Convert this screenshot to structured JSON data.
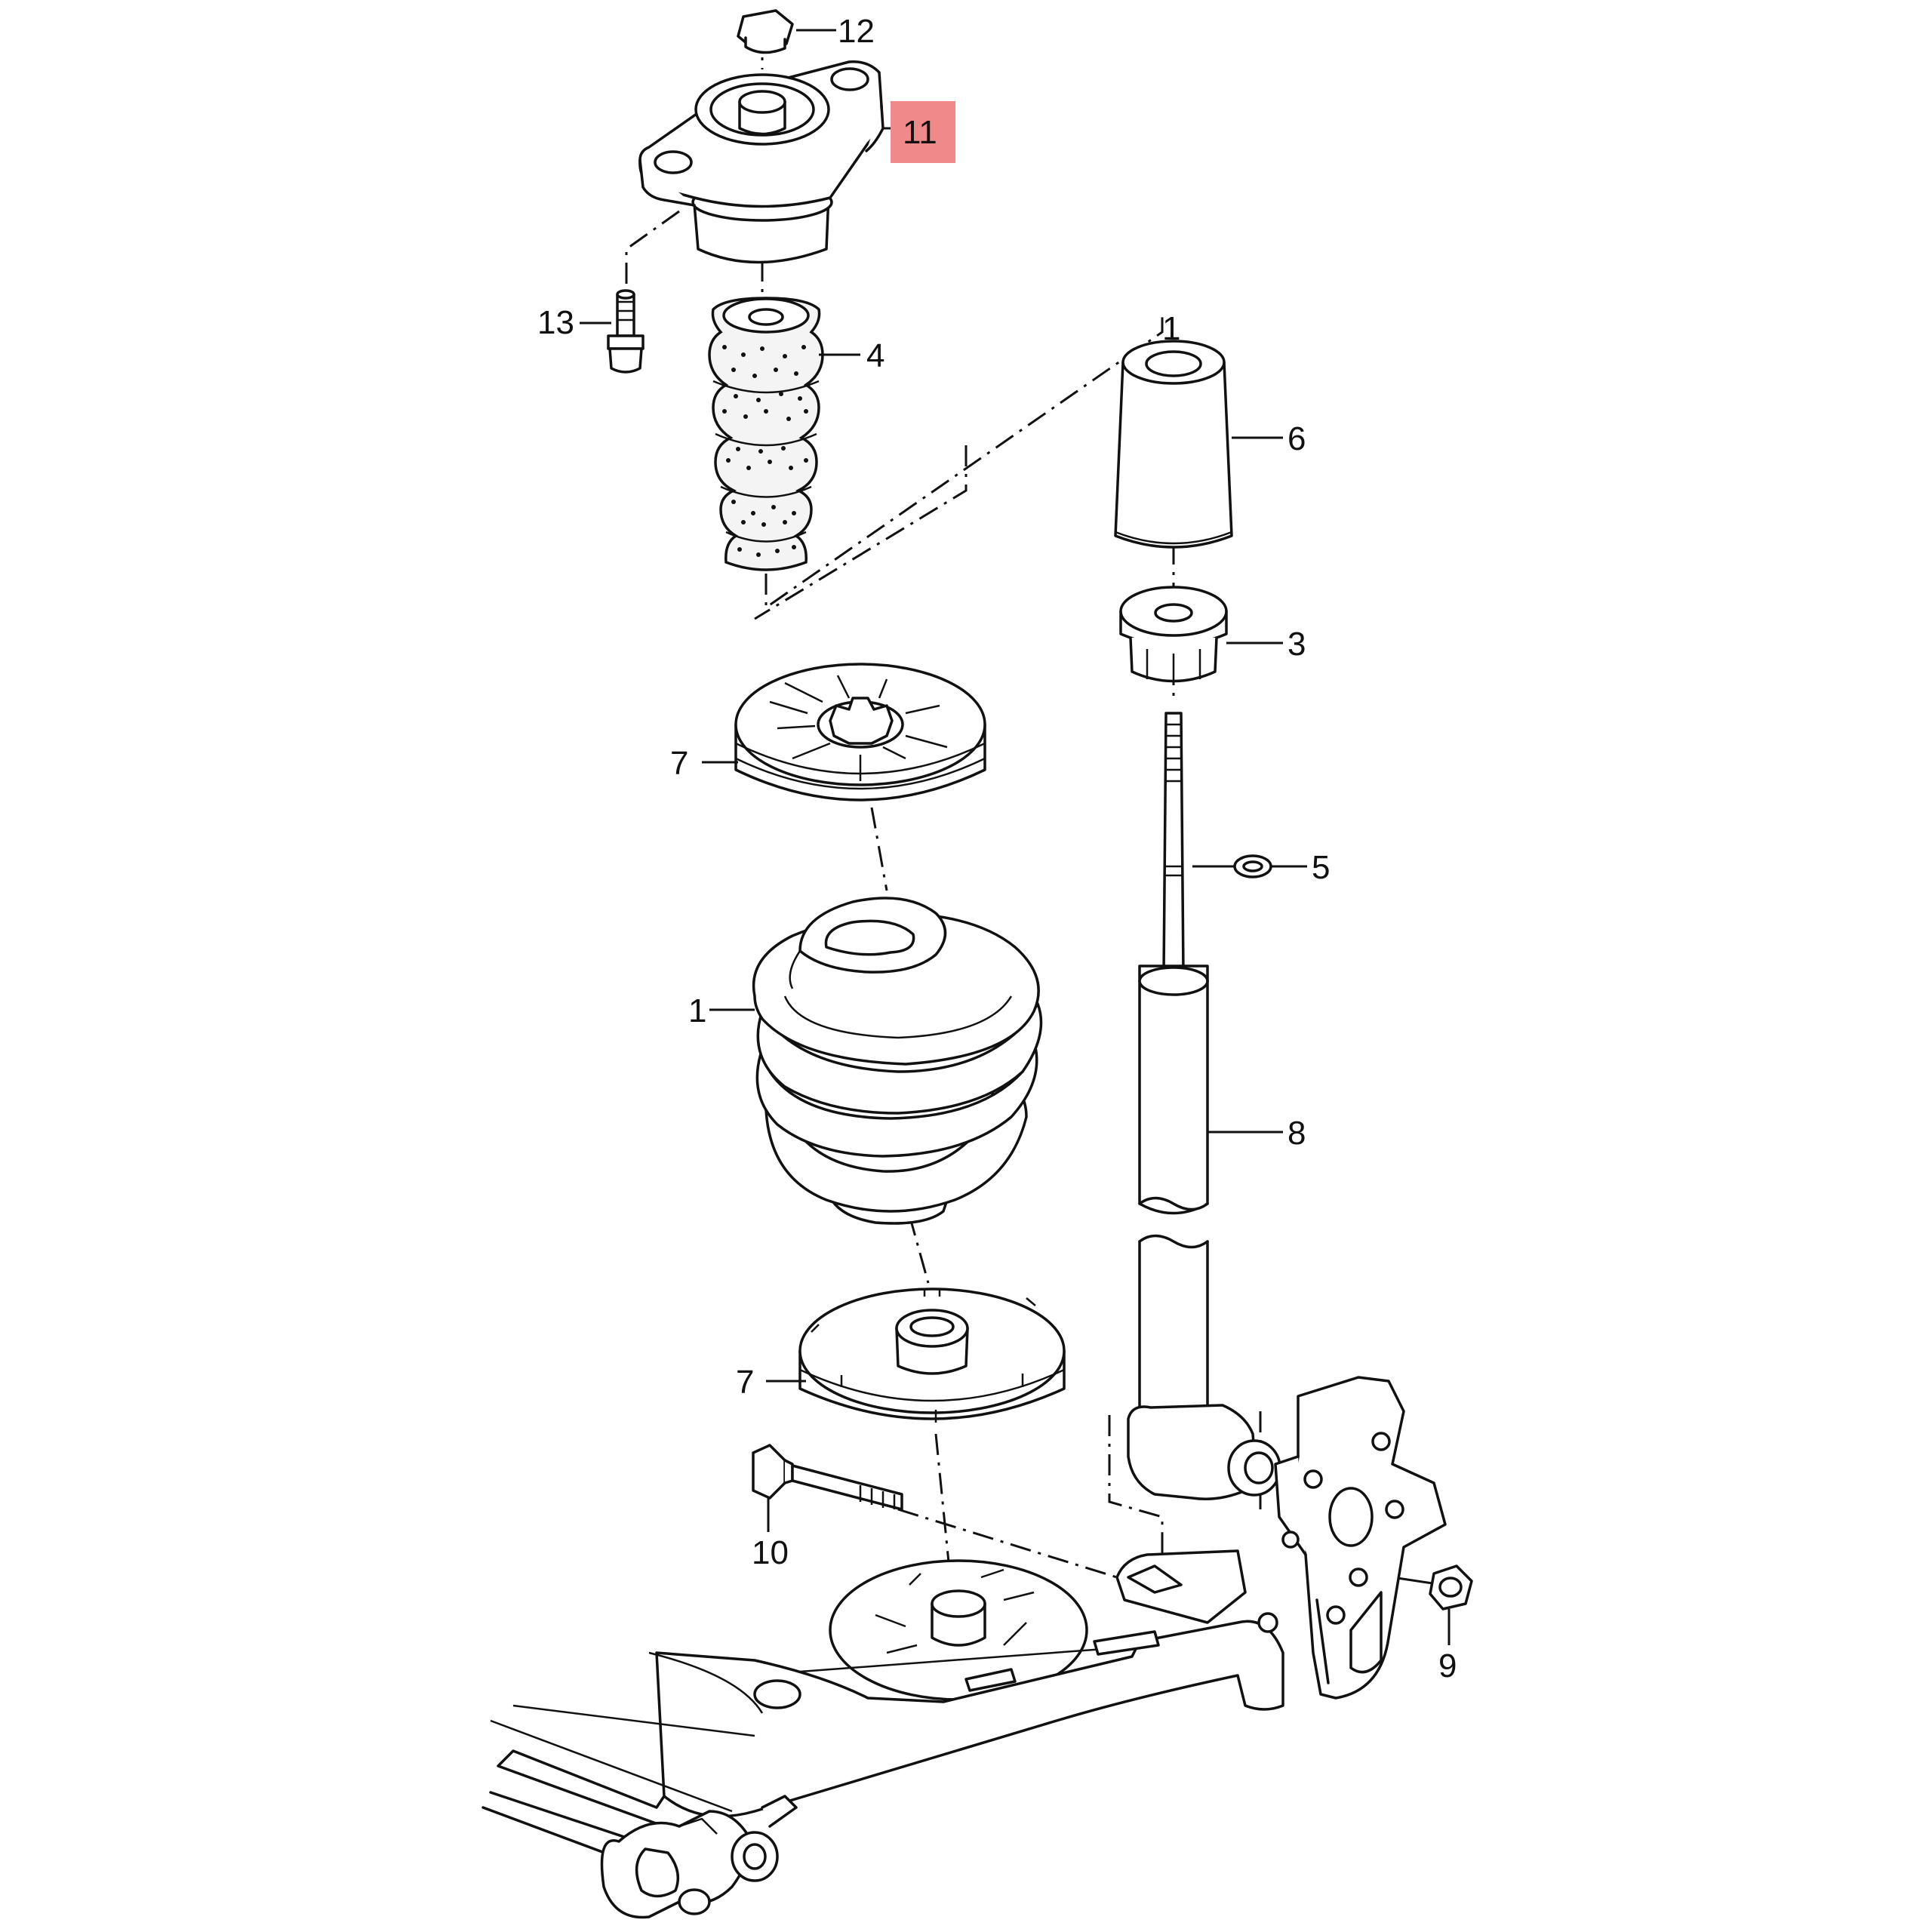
{
  "highlight_color": "#f08a8a",
  "callouts": {
    "n1_spring": "1",
    "n1_top": "1",
    "n3": "3",
    "n4": "4",
    "n5": "5",
    "n6": "6",
    "n7_upper": "7",
    "n7_lower": "7",
    "n8": "8",
    "n9": "9",
    "n10": "10",
    "n11": "11",
    "n12": "12",
    "n13": "13"
  }
}
